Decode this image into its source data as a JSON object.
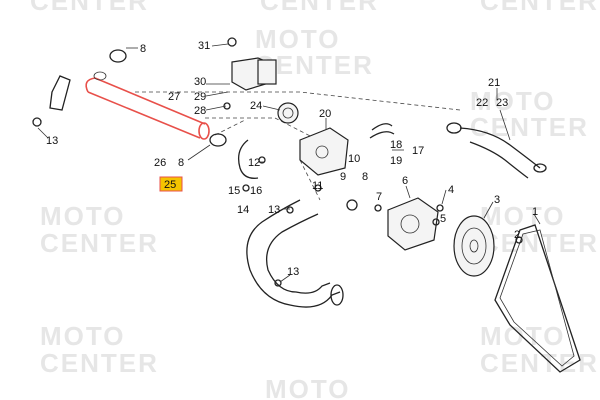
{
  "watermark": {
    "line1": "MOTO",
    "line2": "CENTER"
  },
  "callouts": [
    {
      "id": "c8a",
      "text": "8"
    },
    {
      "id": "c31",
      "text": "31"
    },
    {
      "id": "c30",
      "text": "30"
    },
    {
      "id": "c29",
      "text": "29"
    },
    {
      "id": "c27",
      "text": "27"
    },
    {
      "id": "c28",
      "text": "28"
    },
    {
      "id": "c24",
      "text": "24"
    },
    {
      "id": "c20",
      "text": "20"
    },
    {
      "id": "c21",
      "text": "21"
    },
    {
      "id": "c22",
      "text": "22"
    },
    {
      "id": "c23",
      "text": "23"
    },
    {
      "id": "c13a",
      "text": "13"
    },
    {
      "id": "c26",
      "text": "26"
    },
    {
      "id": "c8b",
      "text": "8"
    },
    {
      "id": "c25",
      "text": "25"
    },
    {
      "id": "c12",
      "text": "12"
    },
    {
      "id": "c10",
      "text": "10"
    },
    {
      "id": "c18",
      "text": "18"
    },
    {
      "id": "c17",
      "text": "17"
    },
    {
      "id": "c19",
      "text": "19"
    },
    {
      "id": "c9",
      "text": "9"
    },
    {
      "id": "c8c",
      "text": "8"
    },
    {
      "id": "c11",
      "text": "11"
    },
    {
      "id": "c15",
      "text": "15"
    },
    {
      "id": "c16",
      "text": "16"
    },
    {
      "id": "c14",
      "text": "14"
    },
    {
      "id": "c13b",
      "text": "13"
    },
    {
      "id": "c6",
      "text": "6"
    },
    {
      "id": "c4",
      "text": "4"
    },
    {
      "id": "c7",
      "text": "7"
    },
    {
      "id": "c5",
      "text": "5"
    },
    {
      "id": "c3",
      "text": "3"
    },
    {
      "id": "c2",
      "text": "2"
    },
    {
      "id": "c1",
      "text": "1"
    },
    {
      "id": "c13c",
      "text": "13"
    }
  ],
  "colors": {
    "highlight": "#e8504a",
    "selected_marker": "#f5c400",
    "watermark": "#e6e6e6"
  }
}
